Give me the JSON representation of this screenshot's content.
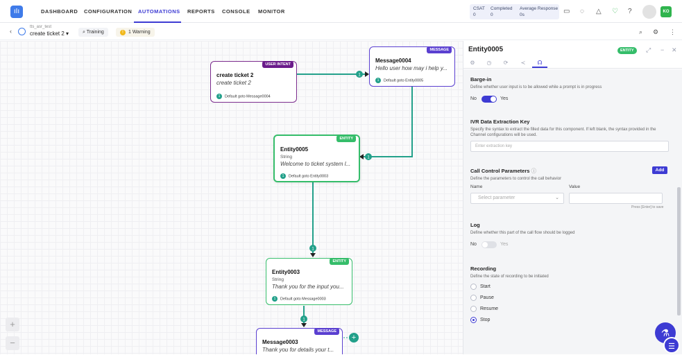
{
  "nav": {
    "items": [
      "DASHBOARD",
      "CONFIGURATION",
      "AUTOMATIONS",
      "REPORTS",
      "CONSOLE",
      "MONITOR"
    ],
    "active": "AUTOMATIONS"
  },
  "stats": {
    "csat_label": "CSAT",
    "csat_value": "0",
    "completed_label": "Completed",
    "completed_value": "0",
    "avg_label": "Average Response",
    "avg_value": "0s"
  },
  "user": {
    "initials": "KO"
  },
  "flow": {
    "parent": "tts_asr_test",
    "name": "create ticket 2",
    "training_label": "Training",
    "warning_count": "1",
    "warning_label": "1 Warning"
  },
  "nodes": [
    {
      "tag": "USER INTENT",
      "title": "create ticket 2",
      "subtitle": "",
      "message": "create ticket 2",
      "default": "Default goto Message0004",
      "count": "1"
    },
    {
      "tag": "MESSAGE",
      "title": "Message0004",
      "subtitle": "",
      "message": "Hello user how may i help y...",
      "default": "Default goto Entity0005",
      "count": "1"
    },
    {
      "tag": "ENTITY",
      "title": "Entity0005",
      "subtitle": "String",
      "message": "Welcome to ticket system l...",
      "default": "Default goto Entity0003",
      "count": "1"
    },
    {
      "tag": "ENTITY",
      "title": "Entity0003",
      "subtitle": "String",
      "message": "Thank you for the input you...",
      "default": "Default goto Message0003",
      "count": "1"
    },
    {
      "tag": "MESSAGE",
      "title": "Message0003",
      "subtitle": "",
      "message": "Thank you for details your t...",
      "default": "",
      "count": ""
    }
  ],
  "edge_badges": [
    "1",
    "1",
    "1",
    "1"
  ],
  "zoom": {
    "in": "+",
    "out": "−"
  },
  "panel": {
    "title": "Entity0005",
    "badge": "ENTITY",
    "barge_in": {
      "title": "Barge-in",
      "desc": "Define whether user input is to be allowed while a prompt is in progress",
      "no": "No",
      "yes": "Yes",
      "value": "Yes"
    },
    "ivr": {
      "title": "IVR Data Extraction Key",
      "desc": "Specify the syntax to extract the filled data for this component. If left blank, the syntax provided in the Channel configurations will be used.",
      "placeholder": "Enter extraction key"
    },
    "call_control": {
      "title": "Call Control Parameters",
      "add": "Add",
      "desc": "Define the parameters to control the call behavior",
      "name_label": "Name",
      "value_label": "Value",
      "select_placeholder": "Select parameter",
      "hint": "Press [Enter] to save"
    },
    "log": {
      "title": "Log",
      "desc": "Define whether this part of the call flow should be logged",
      "no": "No",
      "yes": "Yes",
      "value": "No"
    },
    "recording": {
      "title": "Recording",
      "desc": "Define the state of recording to be initiated",
      "options": [
        "Start",
        "Pause",
        "Resume",
        "Stop"
      ],
      "selected": "Stop"
    }
  },
  "colors": {
    "accent": "#3d3bd3",
    "entity": "#35bd6a",
    "message": "#5a3fd0",
    "intent": "#6a1b8a",
    "edge": "#22a08a"
  }
}
